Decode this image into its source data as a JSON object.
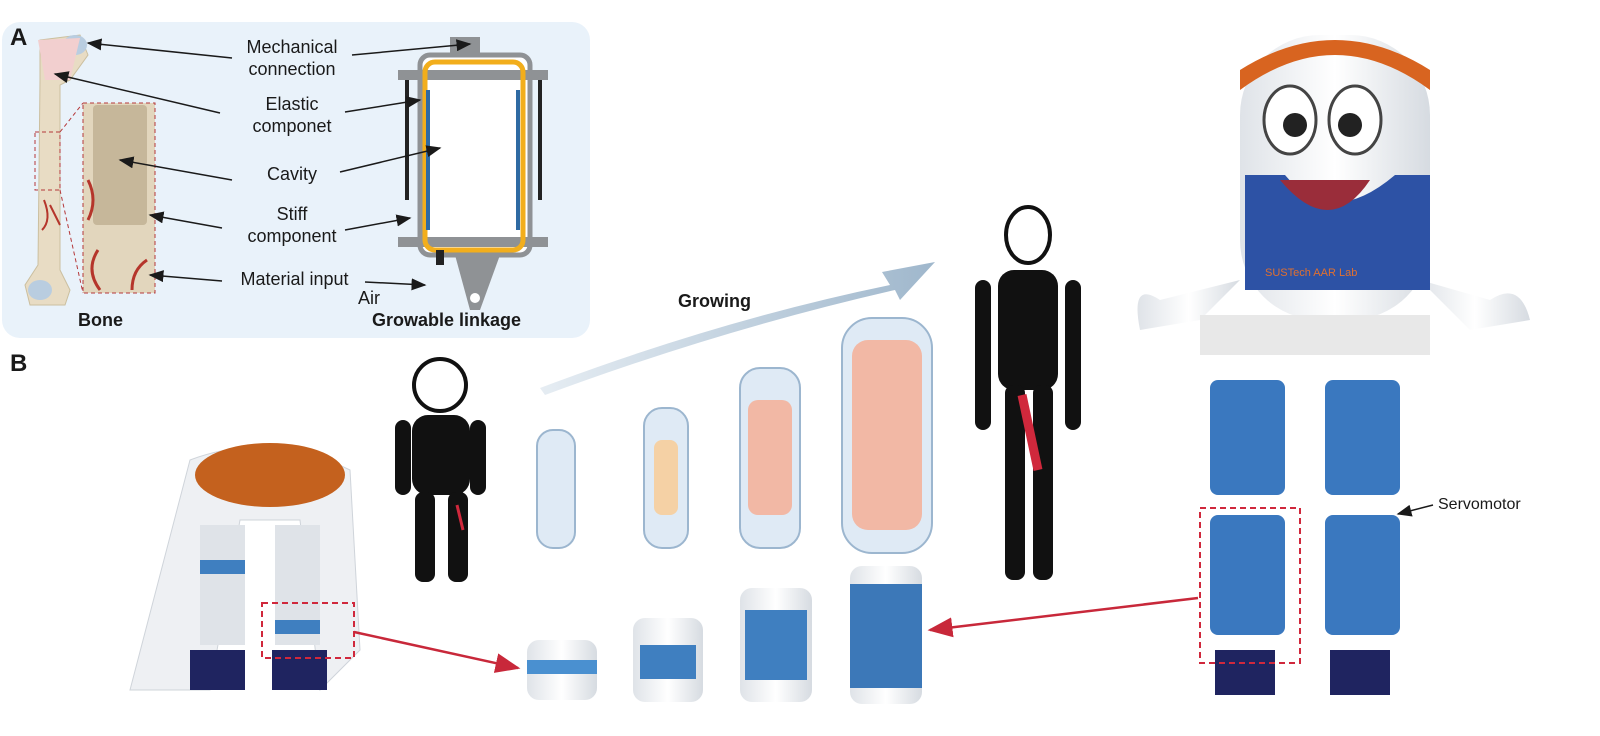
{
  "panel_a": {
    "letter": "A",
    "labels": {
      "mechanical_connection": [
        "Mechanical",
        "connection"
      ],
      "elastic_component": [
        "Elastic",
        "componet"
      ],
      "cavity": "Cavity",
      "stiff_component": [
        "Stiff",
        "component"
      ],
      "material_input": "Material input",
      "air": "Air"
    },
    "captions": {
      "bone": "Bone",
      "linkage": "Growable linkage"
    }
  },
  "panel_b": {
    "letter": "B",
    "growing_label": "Growing",
    "servomotor_label": "Servomotor",
    "robot_logo": "SUSTech AAR Lab"
  },
  "colors": {
    "panel_bg": "#e9f2fa",
    "linkage_frame": "#8f9295",
    "cavity_outline": "#f2ae1c",
    "elastic": "#2e6aa3",
    "highlight": "#d0283c",
    "arrow_growing": "#a9bfd2"
  }
}
